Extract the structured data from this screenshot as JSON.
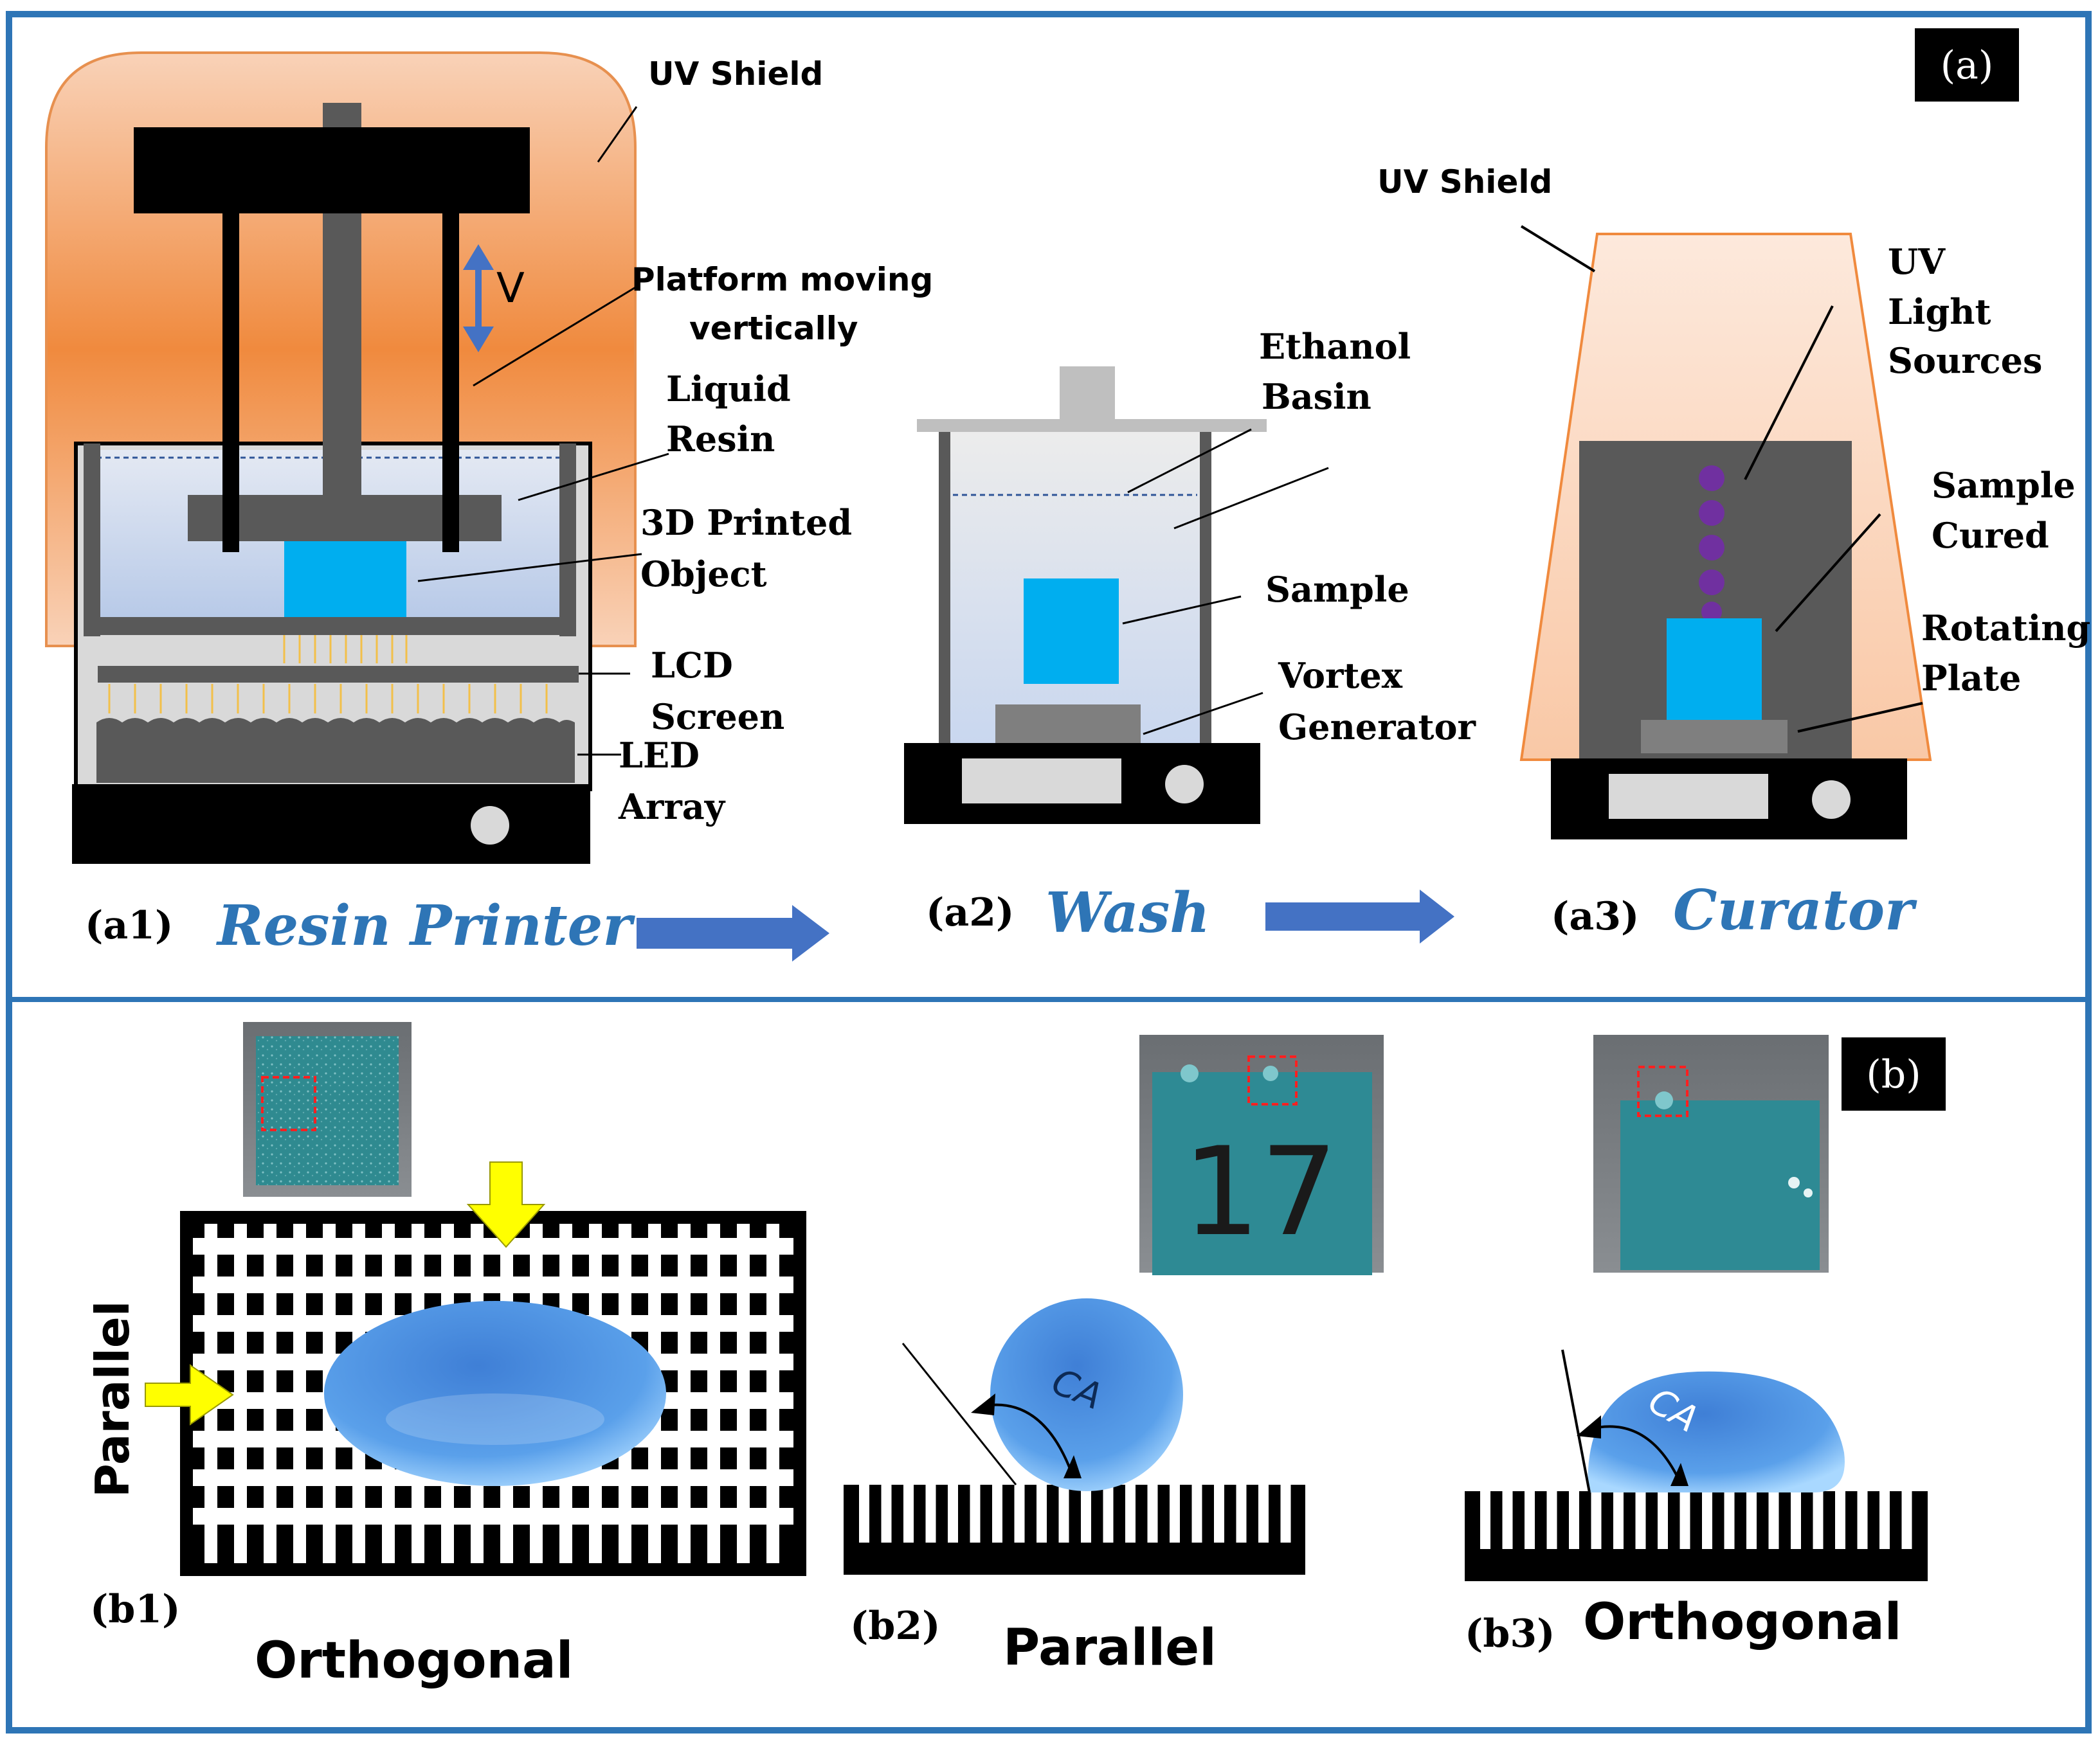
{
  "panel_a": {
    "tag": "(a)",
    "a1": {
      "uv_shield": "UV Shield",
      "v_label": "V",
      "platform_line1": "Platform moving",
      "platform_line2": "vertically",
      "resin_line1": "Liquid",
      "resin_line2": "Resin",
      "object_line1": "3D Printed",
      "object_line2": "Object",
      "lcd_line1": "LCD",
      "lcd_line2": "Screen",
      "led_line1": "LED",
      "led_line2": "Array",
      "label": "(a1)",
      "title": "Resin Printer"
    },
    "a2": {
      "basin_line1": "Ethanol",
      "basin_line2": "Basin",
      "sample": "Sample",
      "vortex_line1": "Vortex",
      "vortex_line2": "Generator",
      "label": "(a2)",
      "title": "Wash"
    },
    "a3": {
      "uv_shield": "UV Shield",
      "uv_line1": "UV",
      "uv_line2": "Light",
      "uv_line3": "Sources",
      "cured_line1": "Sample",
      "cured_line2": "Cured",
      "rotating_line1": "Rotating",
      "rotating_line2": "Plate",
      "label": "(a3)",
      "title": "Curator"
    }
  },
  "panel_b": {
    "tag": "(b)",
    "b1": {
      "side_label": "Parallel",
      "label": "(b1)",
      "title": "Orthogonal"
    },
    "b2": {
      "photo_number": "17",
      "ca": "CA",
      "label": "(b2)",
      "title": "Parallel"
    },
    "b3": {
      "ca": "CA",
      "label": "(b3)",
      "title": "Orthogonal"
    }
  },
  "colors": {
    "frame": "#2e75b6",
    "title_blue": "#2e75b6",
    "arrow_blue": "#4472c4",
    "shield_orange": "#f08a3e",
    "sample_cyan": "#00aeef",
    "dark_gray": "#595959",
    "uv_purple": "#7030a0",
    "yellow": "#ffff00"
  }
}
